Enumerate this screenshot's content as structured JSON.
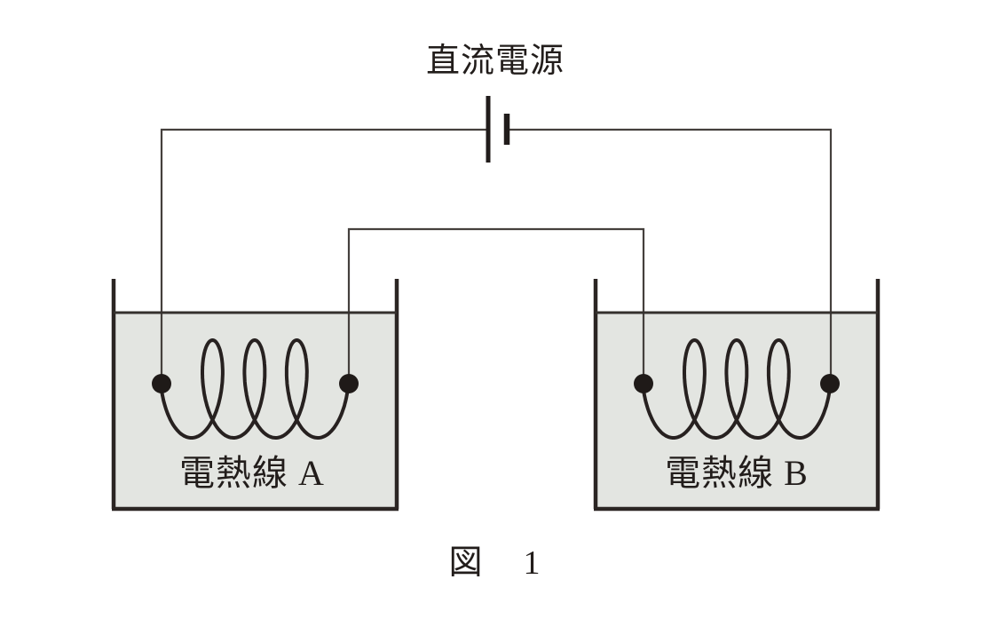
{
  "figure": {
    "power_supply_label": "直流電源",
    "heater_a_label": "電熱線 A",
    "heater_b_label": "電熱線 B",
    "caption_fig": "図",
    "caption_num": "1"
  },
  "colors": {
    "water_fill": "#e3e5e1",
    "line": "#2b2523",
    "wire": "#45403d",
    "dot": "#1f1a18",
    "text": "#221d1b",
    "background": "#ffffff"
  }
}
